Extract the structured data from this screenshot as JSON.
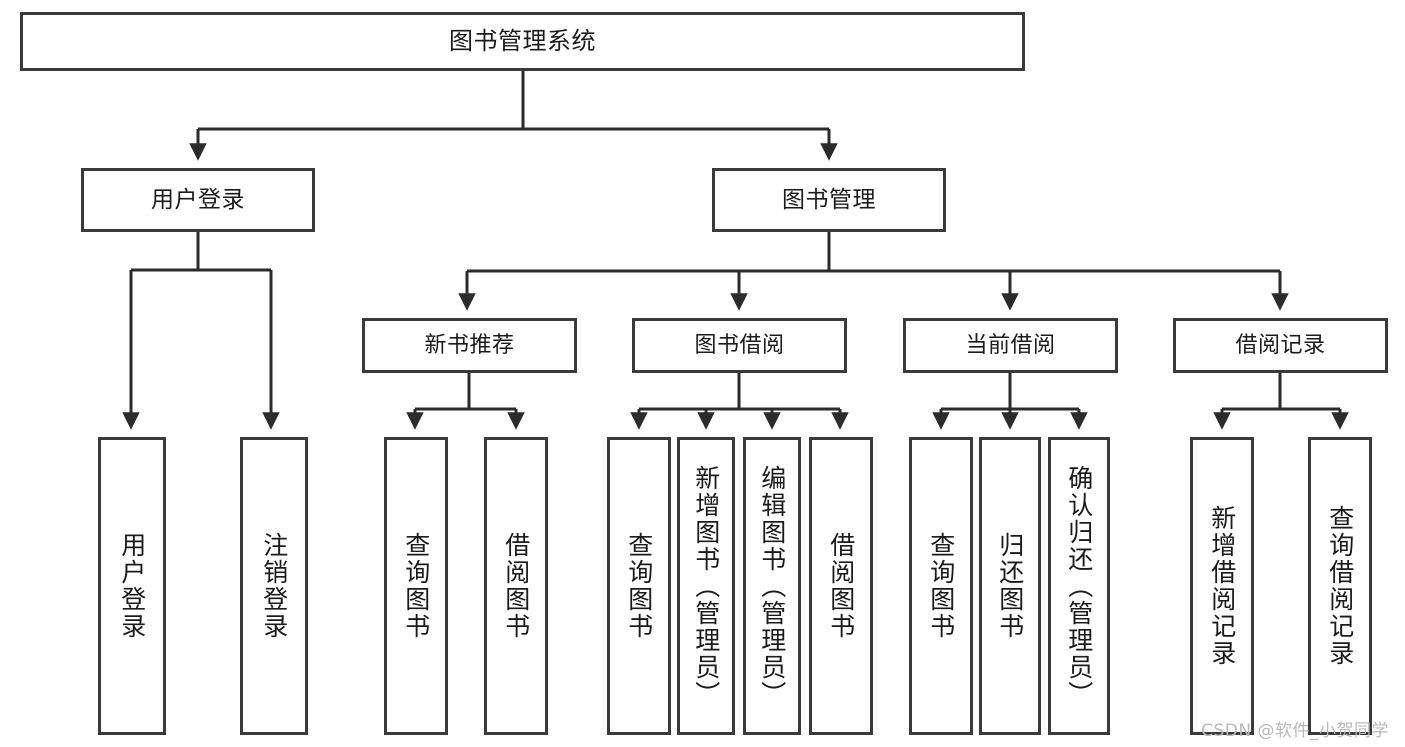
{
  "title": "图书管理系统",
  "watermark": "CSDN @软件_小贺同学",
  "colors": {
    "stroke": "#3a3a3a",
    "line": "#2b2b2b",
    "background": "#ffffff",
    "text": "#1b1b1b",
    "watermark": "#b9b9b9"
  },
  "nodes": {
    "root": {
      "label": "图书管理系统"
    },
    "level2": [
      {
        "label": "用户登录"
      },
      {
        "label": "图书管理"
      }
    ],
    "level3": [
      {
        "label": "新书推荐"
      },
      {
        "label": "图书借阅"
      },
      {
        "label": "当前借阅"
      },
      {
        "label": "借阅记录"
      }
    ],
    "leaves": {
      "user_login": [
        {
          "label": "用户登录"
        },
        {
          "label": "注销登录"
        }
      ],
      "new_book": [
        {
          "label": "查询图书"
        },
        {
          "label": "借阅图书"
        }
      ],
      "book_borrow": [
        {
          "label": "查询图书"
        },
        {
          "label": "新增图书（管理员）"
        },
        {
          "label": "编辑图书（管理员）"
        },
        {
          "label": "借阅图书"
        }
      ],
      "current_borrow": [
        {
          "label": "查询图书"
        },
        {
          "label": "归还图书"
        },
        {
          "label": "确认归还（管理员）"
        }
      ],
      "borrow_record": [
        {
          "label": "新增借阅记录"
        },
        {
          "label": "查询借阅记录"
        }
      ]
    }
  },
  "chart_data": {
    "type": "tree-diagram",
    "title": "图书管理系统",
    "levels": 4,
    "tree": {
      "name": "图书管理系统",
      "children": [
        {
          "name": "用户登录",
          "children": [
            {
              "name": "用户登录"
            },
            {
              "name": "注销登录"
            }
          ]
        },
        {
          "name": "图书管理",
          "children": [
            {
              "name": "新书推荐",
              "children": [
                {
                  "name": "查询图书"
                },
                {
                  "name": "借阅图书"
                }
              ]
            },
            {
              "name": "图书借阅",
              "children": [
                {
                  "name": "查询图书"
                },
                {
                  "name": "新增图书（管理员）"
                },
                {
                  "name": "编辑图书（管理员）"
                },
                {
                  "name": "借阅图书"
                }
              ]
            },
            {
              "name": "当前借阅",
              "children": [
                {
                  "name": "查询图书"
                },
                {
                  "name": "归还图书"
                },
                {
                  "name": "确认归还（管理员）"
                }
              ]
            },
            {
              "name": "借阅记录",
              "children": [
                {
                  "name": "新增借阅记录"
                },
                {
                  "name": "查询借阅记录"
                }
              ]
            }
          ]
        }
      ]
    }
  }
}
